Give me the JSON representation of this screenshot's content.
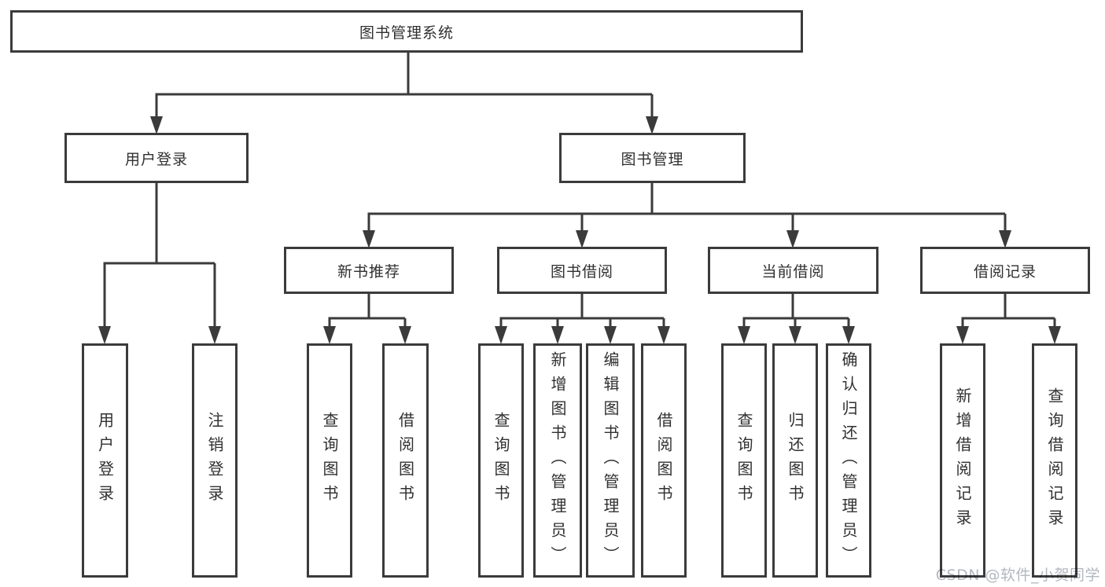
{
  "diagram": {
    "root": "图书管理系统",
    "branches": [
      {
        "label": "用户登录",
        "children": [
          "用户登录",
          "注销登录"
        ]
      },
      {
        "label": "图书管理",
        "groups": [
          {
            "label": "新书推荐",
            "children": [
              "查询图书",
              "借阅图书"
            ]
          },
          {
            "label": "图书借阅",
            "children": [
              "查询图书",
              "新增图书（管理员）",
              "编辑图书（管理员）",
              "借阅图书"
            ]
          },
          {
            "label": "当前借阅",
            "children": [
              "查询图书",
              "归还图书",
              "确认归还（管理员）"
            ]
          },
          {
            "label": "借阅记录",
            "children": [
              "新增借阅记录",
              "查询借阅记录"
            ]
          }
        ]
      }
    ]
  },
  "watermark": "CSDN @软件_小贺同学",
  "colors": {
    "line": "#3b3b3b",
    "text": "#303030",
    "watermark": "#b2b8bf",
    "background": "#ffffff"
  }
}
